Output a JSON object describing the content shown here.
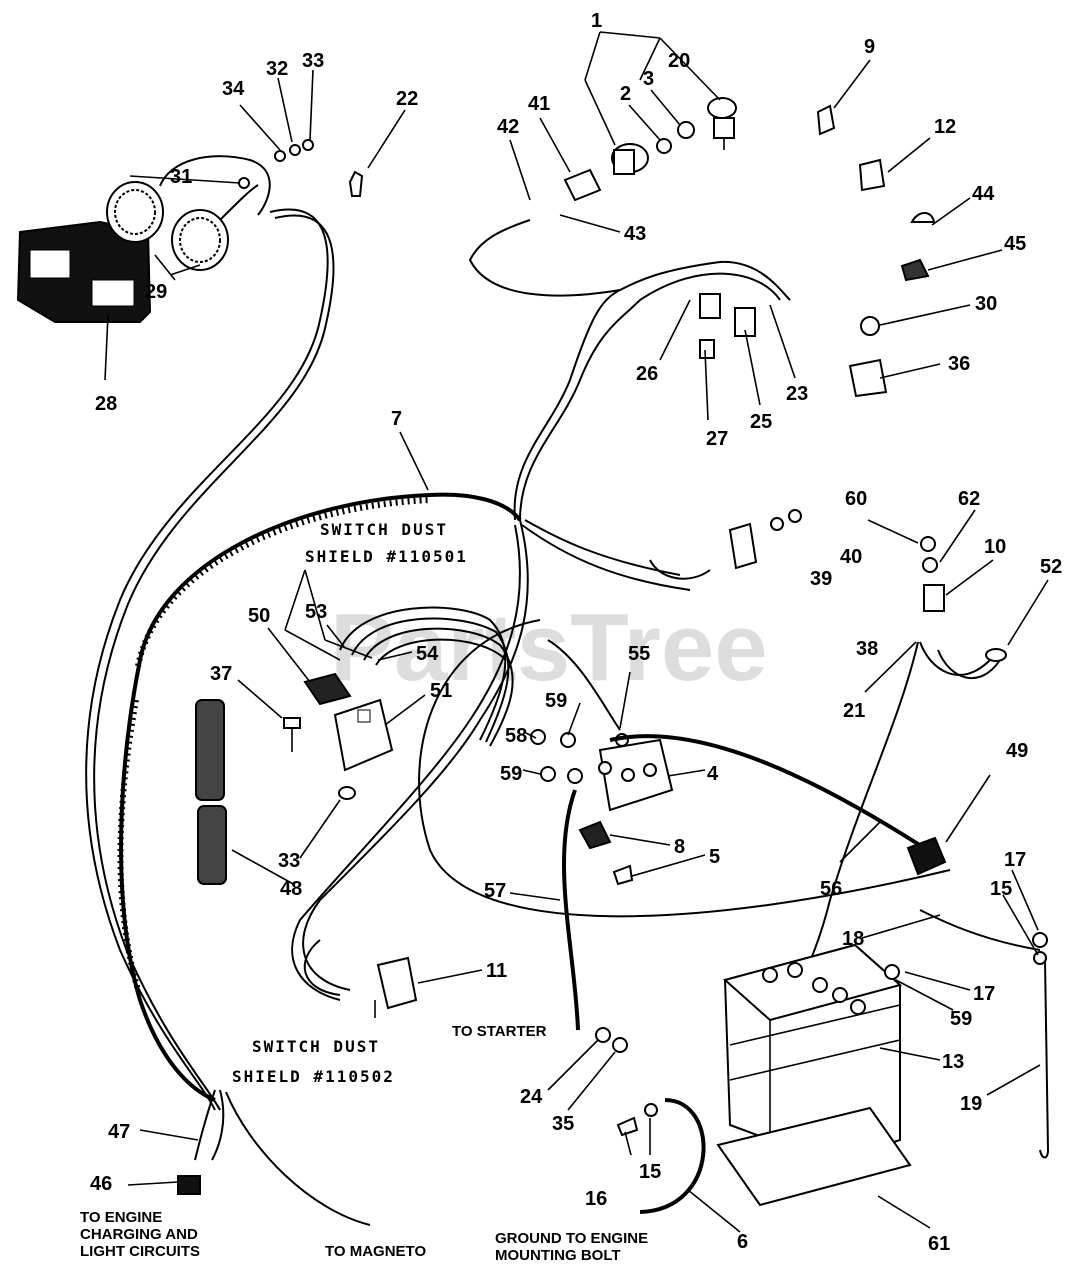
{
  "watermark": "PartsTree",
  "part_numbers": [
    "1",
    "2",
    "3",
    "4",
    "5",
    "6",
    "7",
    "8",
    "9",
    "10",
    "11",
    "12",
    "13",
    "15",
    "15",
    "16",
    "17",
    "17",
    "18",
    "19",
    "20",
    "21",
    "22",
    "23",
    "24",
    "25",
    "26",
    "27",
    "28",
    "29",
    "30",
    "31",
    "32",
    "33",
    "33",
    "34",
    "35",
    "36",
    "37",
    "38",
    "39",
    "40",
    "41",
    "42",
    "43",
    "44",
    "45",
    "46",
    "47",
    "48",
    "49",
    "50",
    "51",
    "52",
    "53",
    "54",
    "55",
    "56",
    "57",
    "58",
    "59",
    "59",
    "59",
    "60",
    "61",
    "62"
  ],
  "captions": {
    "shield1_line1": "SWITCH DUST",
    "shield1_line2": "SHIELD #110501",
    "shield2_line1": "SWITCH DUST",
    "shield2_line2": "SHIELD #110502",
    "to_starter": "TO STARTER",
    "engine_line1": "TO ENGINE",
    "engine_line2": "CHARGING AND",
    "engine_line3": "LIGHT CIRCUITS",
    "to_magneto": "TO MAGNETO",
    "ground_line1": "GROUND TO ENGINE",
    "ground_line2": "MOUNTING BOLT"
  }
}
